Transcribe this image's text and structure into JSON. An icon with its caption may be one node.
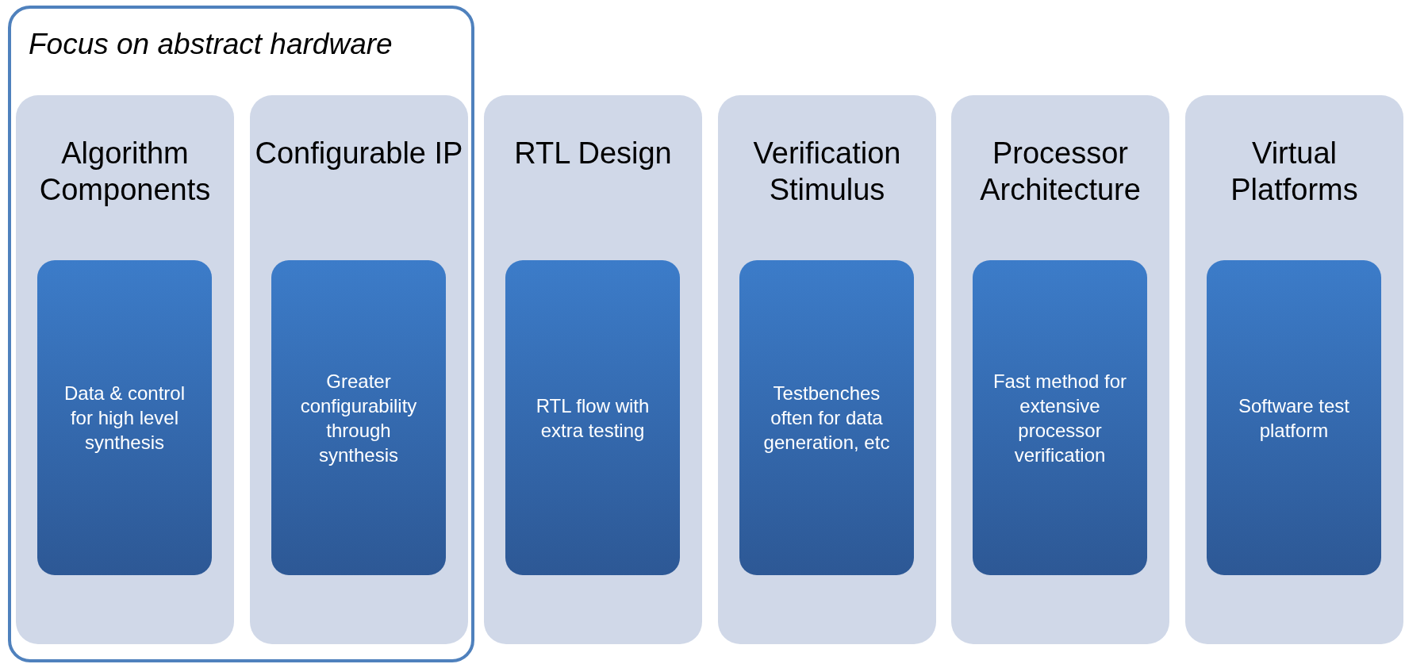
{
  "diagram": {
    "nodes": [
      {
        "text": [
          "Focus on abstract hardware"
        ]
      },
      {
        "text": [
          "Algorithm Components"
        ],
        "in": 0
      },
      {
        "text": [
          "Data & control for high level synthesis"
        ],
        "in": 1
      },
      {
        "text": [
          "Configurable IP"
        ],
        "in": 0
      },
      {
        "text": [
          "Greater configurability through synthesis"
        ],
        "in": 3
      },
      {
        "text": [
          "RTL Design"
        ]
      },
      {
        "text": [
          "RTL flow with extra testing"
        ],
        "in": 5
      },
      {
        "text": [
          "Verification Stimulus"
        ]
      },
      {
        "text": [
          "Testbenches often for data generation, etc"
        ],
        "in": 7
      },
      {
        "text": [
          "Processor Architecture"
        ]
      },
      {
        "text": [
          "Fast method for extensive processor verification"
        ],
        "in": 9
      },
      {
        "text": [
          "Virtual Platforms"
        ]
      },
      {
        "text": [
          "Software test platform"
        ],
        "in": 11
      }
    ]
  }
}
